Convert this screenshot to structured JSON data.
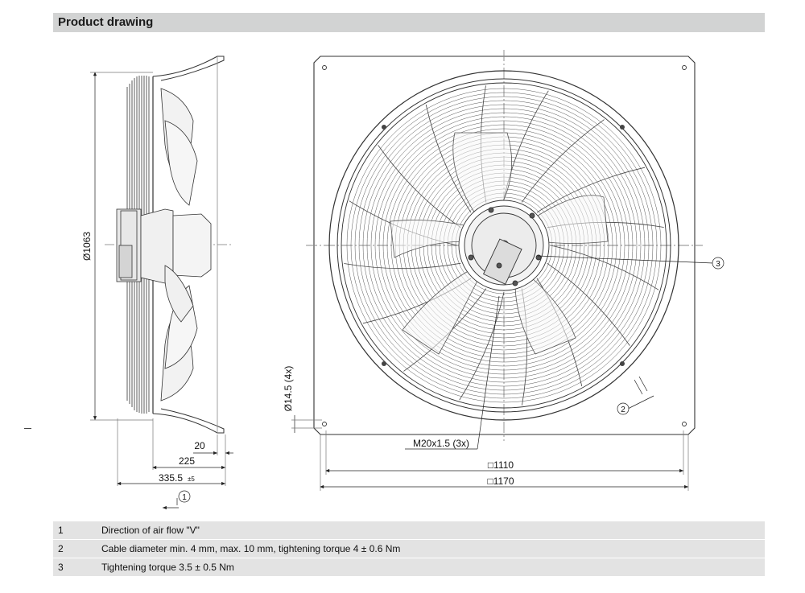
{
  "header": {
    "title": "Product drawing"
  },
  "dimensions": {
    "diameter": "Ø1063",
    "d20": "20",
    "d225": "225",
    "d335": "335.5",
    "d335_tol": "±5",
    "hole": "Ø14.5 (4x)",
    "thread": "M20x1.5 (3x)",
    "w1110": "□1110",
    "w1170": "□1170"
  },
  "callouts": {
    "c1": "1",
    "c2": "2",
    "c3": "3"
  },
  "legend": [
    {
      "num": "1",
      "text": "Direction of air flow \"V\""
    },
    {
      "num": "2",
      "text": "Cable diameter min. 4 mm, max. 10 mm, tightening torque 4 ± 0.6 Nm"
    },
    {
      "num": "3",
      "text": "Tightening torque 3.5 ± 0.5 Nm"
    }
  ]
}
